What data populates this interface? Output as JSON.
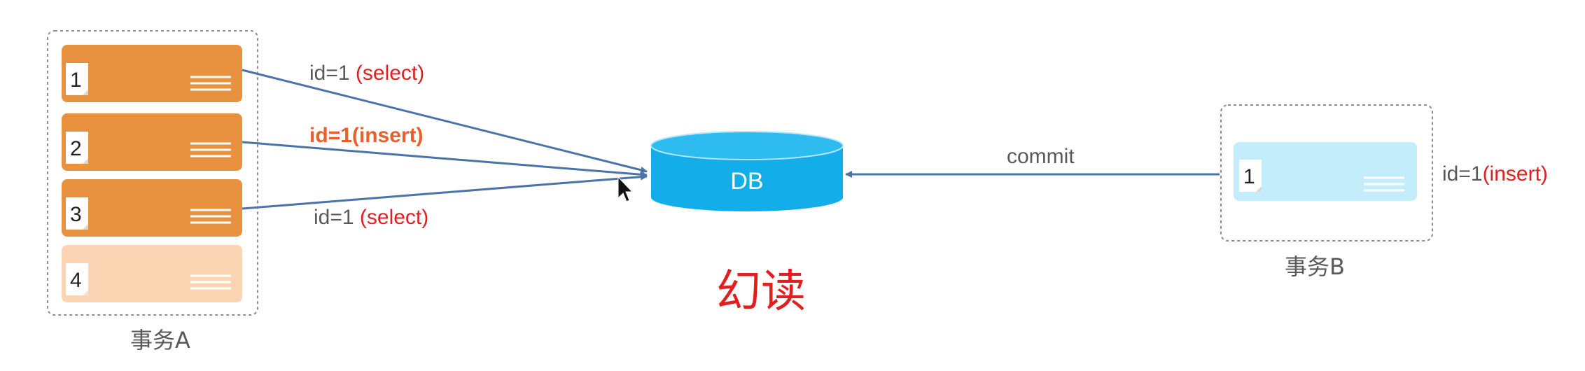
{
  "transaction_a": {
    "label": "事务A",
    "rows": [
      {
        "num": "1",
        "state": "active"
      },
      {
        "num": "2",
        "state": "active"
      },
      {
        "num": "3",
        "state": "active"
      },
      {
        "num": "4",
        "state": "phantom"
      }
    ]
  },
  "transaction_b": {
    "label": "事务B",
    "row": {
      "num": "1"
    },
    "op_id": "id=1",
    "op_action": "(insert)"
  },
  "operations": [
    {
      "id": "id=1 ",
      "action": "(select)"
    },
    {
      "id": "id=1",
      "action": "(insert)"
    },
    {
      "id": "id=1 ",
      "action": "(select)"
    }
  ],
  "db": {
    "label": "DB"
  },
  "commit_label": "commit",
  "title": "幻读",
  "colors": {
    "row_active": "#e8913f",
    "row_phantom": "#fad4b3",
    "row_b": "#c3edfb",
    "db": "#13aeea",
    "db_top": "#9ee0f8",
    "arrow": "#4a73a8",
    "red": "#e02020",
    "gray": "#595959"
  },
  "icons": [
    "document-icon",
    "lines-icon",
    "database-icon",
    "cursor-icon"
  ]
}
